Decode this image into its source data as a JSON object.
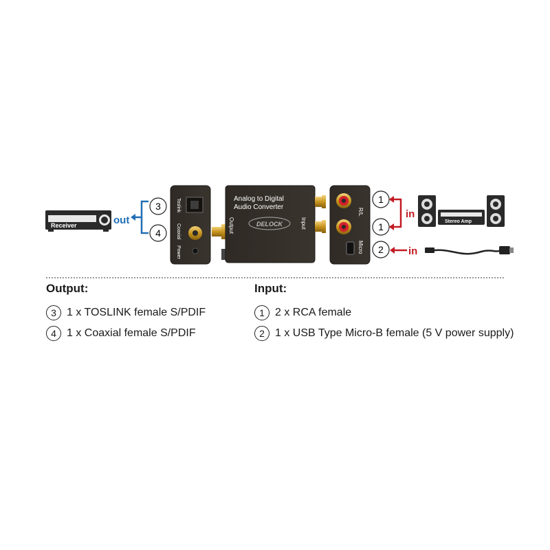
{
  "devices": {
    "receiver_label": "Receiver",
    "stereo_amp_label": "Stereo Amp",
    "brand": "DELOCK",
    "converter_title_line1": "Analog to Digital",
    "converter_title_line2": "Audio Converter",
    "port_output": "Output",
    "port_input": "Input",
    "port_toslink": "Toslink",
    "port_coaxial": "Coaxial",
    "port_power": "Power",
    "port_rl": "R/L",
    "port_micro": "Micro"
  },
  "arrows": {
    "out_label": "out",
    "in_label": "in",
    "in_label_2": "in",
    "out_color": "#1f6eb5",
    "in_color": "#c21a22"
  },
  "callouts": {
    "n3": "3",
    "n4": "4",
    "n1a": "1",
    "n1b": "1",
    "n2": "2"
  },
  "legend": {
    "output_title": "Output:",
    "input_title": "Input:",
    "output_items": [
      {
        "num": "3",
        "text": "1 x TOSLINK female S/PDIF"
      },
      {
        "num": "4",
        "text": "1 x Coaxial female S/PDIF"
      }
    ],
    "input_items": [
      {
        "num": "1",
        "text": "2 x RCA female"
      },
      {
        "num": "2",
        "text": "1 x USB Type Micro-B female (5 V power supply)"
      }
    ]
  }
}
